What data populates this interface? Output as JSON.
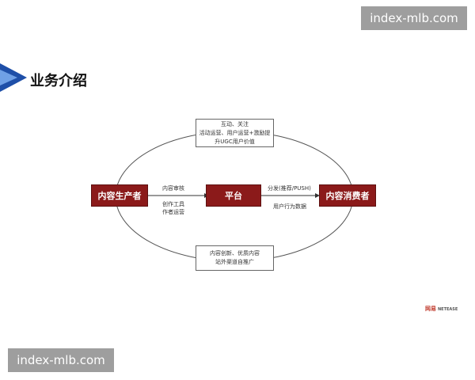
{
  "watermark": {
    "top": "index-mlb.com",
    "bottom": "index-mlb.com"
  },
  "slide": {
    "title": "业务介绍"
  },
  "nodes": {
    "producer": "内容生产者",
    "platform": "平台",
    "consumer": "内容消费者"
  },
  "top_box": {
    "lines": [
      "互动、关注",
      "活动运营、用户运营+激励提",
      "升UGC用户价值"
    ]
  },
  "bottom_box": {
    "lines": [
      "内容创新、优质内容",
      "站外渠道自推广"
    ]
  },
  "edge_labels": {
    "producer_platform_top": "内容审核",
    "producer_platform_bottom": [
      "创作工具",
      "作者运营"
    ],
    "platform_consumer_top": "分发(推荐/PUSH)",
    "platform_consumer_bottom": "用户行为数据"
  },
  "colors": {
    "accent_red": "#8b1a1a",
    "title_chevron": "#1e4fa8"
  },
  "logo": {
    "cn": "网易",
    "en": "NETEASE"
  }
}
